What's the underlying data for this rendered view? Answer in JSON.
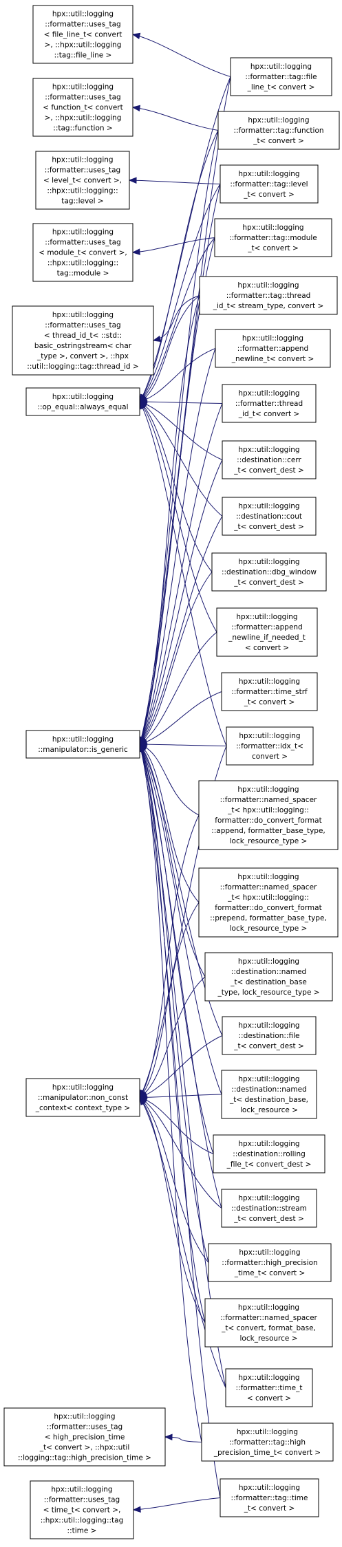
{
  "nodes": [
    {
      "id": "uses_file_line",
      "lines": [
        "hpx::util::logging",
        "::formatter::uses_tag",
        "< file_line_t< convert",
        ">, ::hpx::util::logging",
        "::tag::file_line >"
      ]
    },
    {
      "id": "uses_function",
      "lines": [
        "hpx::util::logging",
        "::formatter::uses_tag",
        "< function_t< convert",
        ">, ::hpx::util::logging",
        "::tag::function >"
      ]
    },
    {
      "id": "uses_level",
      "lines": [
        "hpx::util::logging",
        "::formatter::uses_tag",
        "< level_t< convert >,",
        "::hpx::util::logging::",
        "tag::level >"
      ]
    },
    {
      "id": "uses_module",
      "lines": [
        "hpx::util::logging",
        "::formatter::uses_tag",
        "< module_t< convert >,",
        "::hpx::util::logging::",
        "tag::module >"
      ]
    },
    {
      "id": "uses_thread_id",
      "lines": [
        "hpx::util::logging",
        "::formatter::uses_tag",
        "< thread_id_t< ::std::",
        "basic_ostringstream< char",
        "_type >, convert >, ::hpx",
        "::util::logging::tag::thread_id >"
      ]
    },
    {
      "id": "always_equal",
      "lines": [
        "hpx::util::logging",
        "::op_equal::always_equal"
      ]
    },
    {
      "id": "is_generic",
      "lines": [
        "hpx::util::logging",
        "::manipulator::is_generic"
      ]
    },
    {
      "id": "non_const_context",
      "lines": [
        "hpx::util::logging",
        "::manipulator::non_const",
        "_context< context_type >"
      ]
    },
    {
      "id": "uses_high_precision_time",
      "lines": [
        "hpx::util::logging",
        "::formatter::uses_tag",
        "< high_precision_time",
        "_t< convert >, ::hpx::util",
        "::logging::tag::high_precision_time >"
      ]
    },
    {
      "id": "uses_time",
      "lines": [
        "hpx::util::logging",
        "::formatter::uses_tag",
        "< time_t< convert >,",
        "::hpx::util::logging::tag",
        "::time >"
      ]
    },
    {
      "id": "tag_file_line",
      "lines": [
        "hpx::util::logging",
        "::formatter::tag::file",
        "_line_t< convert >"
      ]
    },
    {
      "id": "tag_function",
      "lines": [
        "hpx::util::logging",
        "::formatter::tag::function",
        "_t< convert >"
      ]
    },
    {
      "id": "tag_level",
      "lines": [
        "hpx::util::logging",
        "::formatter::tag::level",
        "_t< convert >"
      ]
    },
    {
      "id": "tag_module",
      "lines": [
        "hpx::util::logging",
        "::formatter::tag::module",
        "_t< convert >"
      ]
    },
    {
      "id": "tag_thread_id",
      "lines": [
        "hpx::util::logging",
        "::formatter::tag::thread",
        "_id_t< stream_type, convert >"
      ]
    },
    {
      "id": "append_newline",
      "lines": [
        "hpx::util::logging",
        "::formatter::append",
        "_newline_t< convert >"
      ]
    },
    {
      "id": "thread_id",
      "lines": [
        "hpx::util::logging",
        "::formatter::thread",
        "_id_t< convert >"
      ]
    },
    {
      "id": "cerr",
      "lines": [
        "hpx::util::logging",
        "::destination::cerr",
        "_t< convert_dest >"
      ]
    },
    {
      "id": "cout",
      "lines": [
        "hpx::util::logging",
        "::destination::cout",
        "_t< convert_dest >"
      ]
    },
    {
      "id": "dbg_window",
      "lines": [
        "hpx::util::logging",
        "::destination::dbg_window",
        "_t< convert_dest >"
      ]
    },
    {
      "id": "append_newline_if_needed",
      "lines": [
        "hpx::util::logging",
        "::formatter::append",
        "_newline_if_needed_t",
        "< convert >"
      ]
    },
    {
      "id": "time_strf",
      "lines": [
        "hpx::util::logging",
        "::formatter::time_strf",
        "_t< convert >"
      ]
    },
    {
      "id": "idx",
      "lines": [
        "hpx::util::logging",
        "::formatter::idx_t<",
        "convert >"
      ]
    },
    {
      "id": "named_spacer_append",
      "lines": [
        "hpx::util::logging",
        "::formatter::named_spacer",
        "_t< hpx::util::logging::",
        "formatter::do_convert_format",
        "::append, formatter_base_type,",
        "lock_resource_type >"
      ]
    },
    {
      "id": "named_spacer_prepend",
      "lines": [
        "hpx::util::logging",
        "::formatter::named_spacer",
        "_t< hpx::util::logging::",
        "formatter::do_convert_format",
        "::prepend, formatter_base_type,",
        "lock_resource_type >"
      ]
    },
    {
      "id": "dest_named_t",
      "lines": [
        "hpx::util::logging",
        "::destination::named",
        "_t< destination_base",
        "_type, lock_resource_type >"
      ]
    },
    {
      "id": "dest_file",
      "lines": [
        "hpx::util::logging",
        "::destination::file",
        "_t< convert_dest >"
      ]
    },
    {
      "id": "dest_named",
      "lines": [
        "hpx::util::logging",
        "::destination::named",
        "_t< destination_base,",
        "lock_resource >"
      ]
    },
    {
      "id": "rolling_file",
      "lines": [
        "hpx::util::logging",
        "::destination::rolling",
        "_file_t< convert_dest >"
      ]
    },
    {
      "id": "dest_stream",
      "lines": [
        "hpx::util::logging",
        "::destination::stream",
        "_t< convert_dest >"
      ]
    },
    {
      "id": "high_precision_time",
      "lines": [
        "hpx::util::logging",
        "::formatter::high_precision",
        "_time_t< convert >"
      ]
    },
    {
      "id": "named_spacer",
      "lines": [
        "hpx::util::logging",
        "::formatter::named_spacer",
        "_t< convert, format_base,",
        "lock_resource >"
      ]
    },
    {
      "id": "time_t",
      "lines": [
        "hpx::util::logging",
        "::formatter::time_t",
        "< convert >"
      ]
    },
    {
      "id": "tag_high_precision_time",
      "lines": [
        "hpx::util::logging",
        "::formatter::tag::high",
        "_precision_time_t< convert >"
      ]
    },
    {
      "id": "tag_time",
      "lines": [
        "hpx::util::logging",
        "::formatter::tag::time",
        "_t< convert >"
      ]
    }
  ],
  "edges": [
    {
      "from": "tag_file_line",
      "to": "uses_file_line"
    },
    {
      "from": "tag_file_line",
      "to": "is_generic"
    },
    {
      "from": "tag_function",
      "to": "uses_function"
    },
    {
      "from": "tag_function",
      "to": "is_generic"
    },
    {
      "from": "tag_level",
      "to": "uses_level"
    },
    {
      "from": "tag_level",
      "to": "is_generic"
    },
    {
      "from": "tag_module",
      "to": "uses_module"
    },
    {
      "from": "tag_module",
      "to": "is_generic"
    },
    {
      "from": "tag_thread_id",
      "to": "uses_thread_id"
    },
    {
      "from": "tag_thread_id",
      "to": "is_generic"
    },
    {
      "from": "tag_file_line",
      "to": "always_equal"
    },
    {
      "from": "tag_function",
      "to": "always_equal"
    },
    {
      "from": "tag_level",
      "to": "always_equal"
    },
    {
      "from": "tag_module",
      "to": "always_equal"
    },
    {
      "from": "tag_thread_id",
      "to": "always_equal"
    },
    {
      "from": "append_newline",
      "to": "always_equal"
    },
    {
      "from": "append_newline",
      "to": "is_generic"
    },
    {
      "from": "thread_id",
      "to": "always_equal"
    },
    {
      "from": "thread_id",
      "to": "is_generic"
    },
    {
      "from": "cerr",
      "to": "always_equal"
    },
    {
      "from": "cerr",
      "to": "is_generic"
    },
    {
      "from": "cout",
      "to": "always_equal"
    },
    {
      "from": "cout",
      "to": "is_generic"
    },
    {
      "from": "dbg_window",
      "to": "always_equal"
    },
    {
      "from": "dbg_window",
      "to": "is_generic"
    },
    {
      "from": "append_newline_if_needed",
      "to": "always_equal"
    },
    {
      "from": "append_newline_if_needed",
      "to": "is_generic"
    },
    {
      "from": "time_strf",
      "to": "is_generic"
    },
    {
      "from": "idx",
      "to": "is_generic"
    },
    {
      "from": "idx",
      "to": "non_const_context"
    },
    {
      "from": "idx",
      "to": "always_equal"
    },
    {
      "from": "named_spacer_append",
      "to": "is_generic"
    },
    {
      "from": "named_spacer_append",
      "to": "non_const_context"
    },
    {
      "from": "named_spacer_prepend",
      "to": "is_generic"
    },
    {
      "from": "named_spacer_prepend",
      "to": "non_const_context"
    },
    {
      "from": "dest_named_t",
      "to": "is_generic"
    },
    {
      "from": "dest_named_t",
      "to": "non_const_context"
    },
    {
      "from": "dest_file",
      "to": "is_generic"
    },
    {
      "from": "dest_file",
      "to": "non_const_context"
    },
    {
      "from": "dest_named",
      "to": "is_generic"
    },
    {
      "from": "dest_named",
      "to": "non_const_context"
    },
    {
      "from": "rolling_file",
      "to": "is_generic"
    },
    {
      "from": "rolling_file",
      "to": "non_const_context"
    },
    {
      "from": "dest_stream",
      "to": "is_generic"
    },
    {
      "from": "dest_stream",
      "to": "non_const_context"
    },
    {
      "from": "high_precision_time",
      "to": "is_generic"
    },
    {
      "from": "high_precision_time",
      "to": "non_const_context"
    },
    {
      "from": "named_spacer",
      "to": "is_generic"
    },
    {
      "from": "named_spacer",
      "to": "non_const_context"
    },
    {
      "from": "time_t",
      "to": "is_generic"
    },
    {
      "from": "time_t",
      "to": "non_const_context"
    },
    {
      "from": "tag_high_precision_time",
      "to": "uses_high_precision_time"
    },
    {
      "from": "tag_high_precision_time",
      "to": "is_generic"
    },
    {
      "from": "tag_time",
      "to": "uses_time"
    },
    {
      "from": "tag_time",
      "to": "is_generic"
    }
  ]
}
